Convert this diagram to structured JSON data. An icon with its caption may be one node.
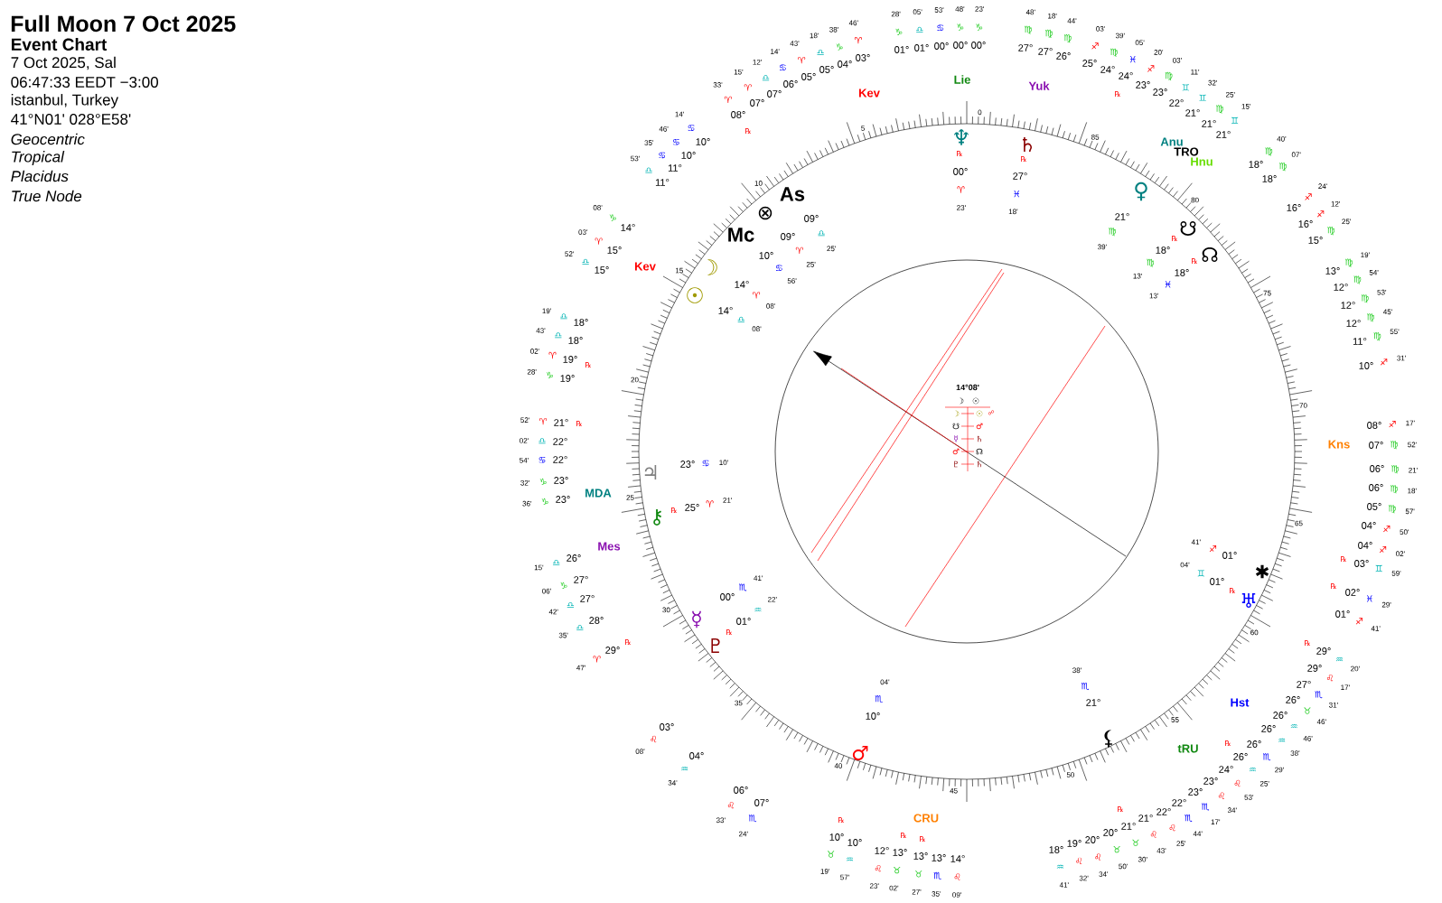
{
  "diagram": {
    "title": "Full Moon 7 Oct 2025",
    "labels": [
      "Event Chart",
      "7 Oct 2025, Sal",
      "06:47:33 EEDT −3:00",
      "istanbul, Turkey",
      "41°N01' 028°E58'",
      "Geocentric",
      "Tropical",
      "Placidus",
      "True Node",
      "0",
      "5",
      "10",
      "15",
      "20",
      "25",
      "30",
      "35",
      "40",
      "45",
      "50",
      "55",
      "60",
      "65",
      "70",
      "75",
      "80",
      "85",
      "01°",
      "♑",
      "28'",
      "01°",
      "♎",
      "05'",
      "00°",
      "♋",
      "53'",
      "00°",
      "♑",
      "48'",
      "00°",
      "♑",
      "23'",
      "27°",
      "♍",
      "48'",
      "27°",
      "♍",
      "18'",
      "26°",
      "♍",
      "44'",
      "25°",
      "♐",
      "03'",
      "24°",
      "♍",
      "39'",
      "24°",
      "♓",
      "05'",
      "23°",
      "♐",
      "20'",
      "23°",
      "♍",
      "03'",
      "22°",
      "♊",
      "11'",
      "21°",
      "♊",
      "32'",
      "21°",
      "♍",
      "25'",
      "21°",
      "♊",
      "15'",
      "18°",
      "♍",
      "40'",
      "18°",
      "♍",
      "07'",
      "16°",
      "♐",
      "24'",
      "16°",
      "♐",
      "12'",
      "15°",
      "♍",
      "25'",
      "13°",
      "♍",
      "19'",
      "12°",
      "♍",
      "54'",
      "12°",
      "♍",
      "53'",
      "12°",
      "♍",
      "45'",
      "11°",
      "♍",
      "55'",
      "10°",
      "♐",
      "31'",
      "08°",
      "♐",
      "17'",
      "07°",
      "♍",
      "52'",
      "06°",
      "♍",
      "21'",
      "06°",
      "♍",
      "18'",
      "05°",
      "♍",
      "57'",
      "04°",
      "♐",
      "50'",
      "04°",
      "♐",
      "02'",
      "03°",
      "♊",
      "59'",
      "02°",
      "♓",
      "29'",
      "01°",
      "♐",
      "41'",
      "29°",
      "♒",
      "20'",
      "29°",
      "♌",
      "17'",
      "27°",
      "♏",
      "31'",
      "26°",
      "♉",
      "46'",
      "26°",
      "♒",
      "46'",
      "26°",
      "♒",
      "38'",
      "26°",
      "♏",
      "29'",
      "26°",
      "♒",
      "25'",
      "24°",
      "♌",
      "53'",
      "23°",
      "♌",
      "34'",
      "23°",
      "♏",
      "17'",
      "22°",
      "♏",
      "44'",
      "22°",
      "♌",
      "25'",
      "21°",
      "♌",
      "43'",
      "21°",
      "♉",
      "30'",
      "20°",
      "♉",
      "50'",
      "20°",
      "♌",
      "34'",
      "19°",
      "♌",
      "32'",
      "18°",
      "♒",
      "41'",
      "14°",
      "♌",
      "09'",
      "13°",
      "♏",
      "35'",
      "13°",
      "♉",
      "27'",
      "13°",
      "♉",
      "02'",
      "12°",
      "♌",
      "23'",
      "10°",
      "♒",
      "57'",
      "10°",
      "♉",
      "19'",
      "07°",
      "♏",
      "24'",
      "06°",
      "♌",
      "33'",
      "04°",
      "♒",
      "34'",
      "03°",
      "♌",
      "08'",
      "29°",
      "♈",
      "47'",
      "28°",
      "♎",
      "35'",
      "27°",
      "♎",
      "42'",
      "27°",
      "♑",
      "06'",
      "26°",
      "♎",
      "15'",
      "23°",
      "♑",
      "36'",
      "23°",
      "♑",
      "32'",
      "22°",
      "♋",
      "54'",
      "22°",
      "♎",
      "02'",
      "21°",
      "♈",
      "52'",
      "19°",
      "♑",
      "28'",
      "19°",
      "♈",
      "02'",
      "18°",
      "♎",
      "43'",
      "18°",
      "♎",
      "19'",
      "15°",
      "♎",
      "52'",
      "15°",
      "♈",
      "03'",
      "14°",
      "♑",
      "08'",
      "11°",
      "♎",
      "53'",
      "11°",
      "♋",
      "35'",
      "10°",
      "♋",
      "46'",
      "10°",
      "♋",
      "14'",
      "08°",
      "♈",
      "33'",
      "07°",
      "♈",
      "15'",
      "07°",
      "♎",
      "12'",
      "06°",
      "♋",
      "14'",
      "05°",
      "♈",
      "43'",
      "05°",
      "♎",
      "18'",
      "04°",
      "♑",
      "38'",
      "03°",
      "♈",
      "46'",
      "00°",
      "♈",
      "23'",
      "27°",
      "♓",
      "18'",
      "09°",
      "♎",
      "25'",
      "21°",
      "♍",
      "39'",
      "09°",
      "♈",
      "25'",
      "18°",
      "♍",
      "13'",
      "10°",
      "♋",
      "56'",
      "18°",
      "♓",
      "13'",
      "14°",
      "♈",
      "08'",
      "14°",
      "♎",
      "08'",
      "23°",
      "♋",
      "10'",
      "25°",
      "♈",
      "21'",
      "01°",
      "♐",
      "41'",
      "01°",
      "♊",
      "04'",
      "00°",
      "♏",
      "41'",
      "01°",
      "♒",
      "22'",
      "21°",
      "♏",
      "38'",
      "10°",
      "♏",
      "04'",
      "℞",
      "℞",
      "℞",
      "℞",
      "℞",
      "℞",
      "℞",
      "℞",
      "℞",
      "℞",
      "℞",
      "℞",
      "℞",
      "℞",
      "℞",
      "℞",
      "℞",
      "℞",
      "℞",
      "℞",
      "♆",
      "♄",
      "♀",
      "☋",
      "☊",
      "As",
      "⊗",
      "Mc",
      "☽",
      "☉",
      "♃",
      "⚷",
      "☿",
      "♇",
      "♂",
      "⚸",
      "♅",
      "✱",
      "Kev",
      "Lie",
      "Yuk",
      "Anu",
      "TRO",
      "Hnu",
      "Kev",
      "MDA",
      "Mes",
      "Kns",
      "Hst",
      "tRU",
      "CRU",
      "14°08'",
      "☽",
      "☉",
      "☽",
      "☉",
      "☍",
      "☋",
      "♂",
      "☿",
      "♄",
      "♂",
      "☊",
      "♇",
      "♄"
    ]
  }
}
